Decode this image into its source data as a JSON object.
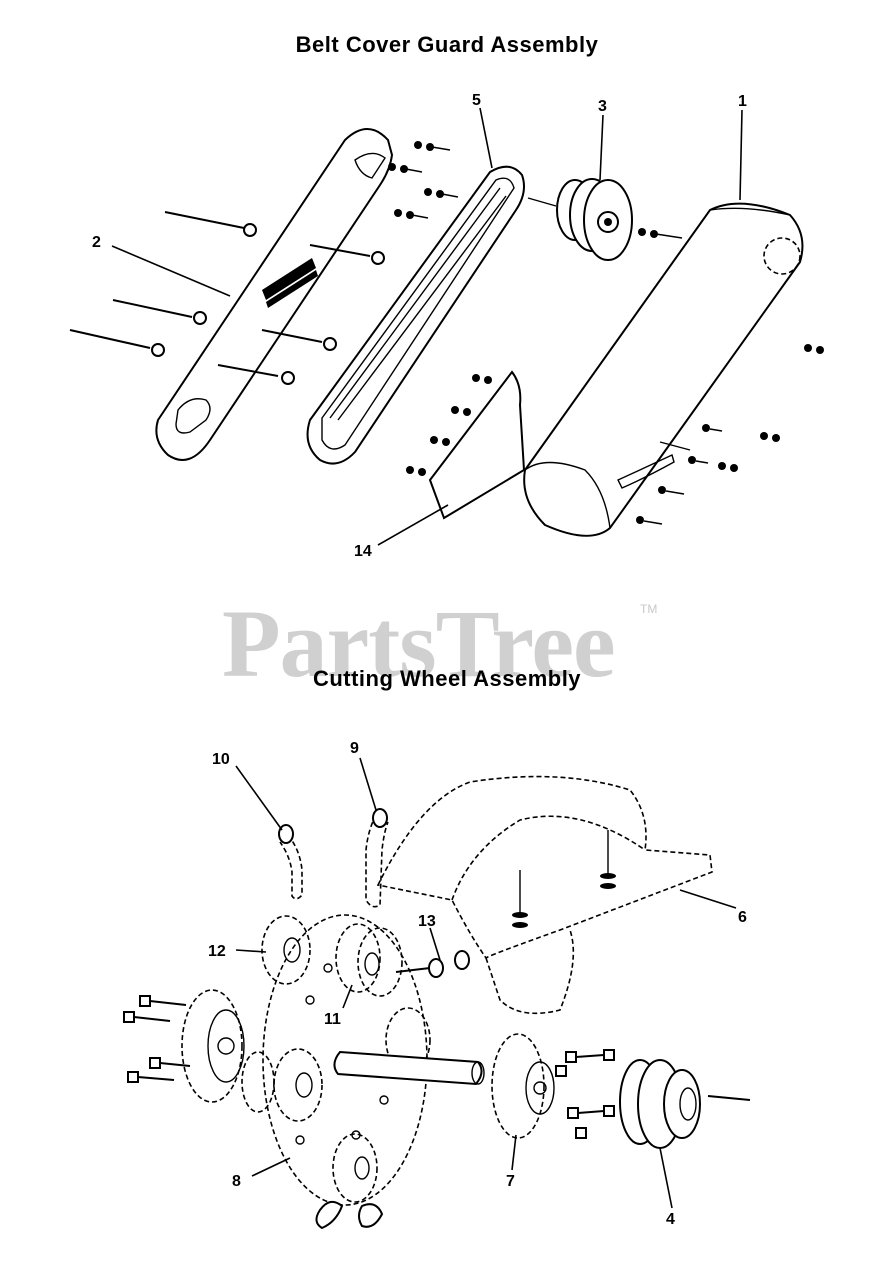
{
  "titles": {
    "belt_cover": "Belt Cover Guard Assembly",
    "cutting_wheel": "Cutting Wheel Assembly"
  },
  "watermark": {
    "text": "PartsTree",
    "tm": "TM"
  },
  "callouts": {
    "p1": "1",
    "p2": "2",
    "p3": "3",
    "p4": "4",
    "p5": "5",
    "p6": "6",
    "p7": "7",
    "p8": "8",
    "p9": "9",
    "p10": "10",
    "p11": "11",
    "p12": "12",
    "p13": "13",
    "p14": "14"
  }
}
